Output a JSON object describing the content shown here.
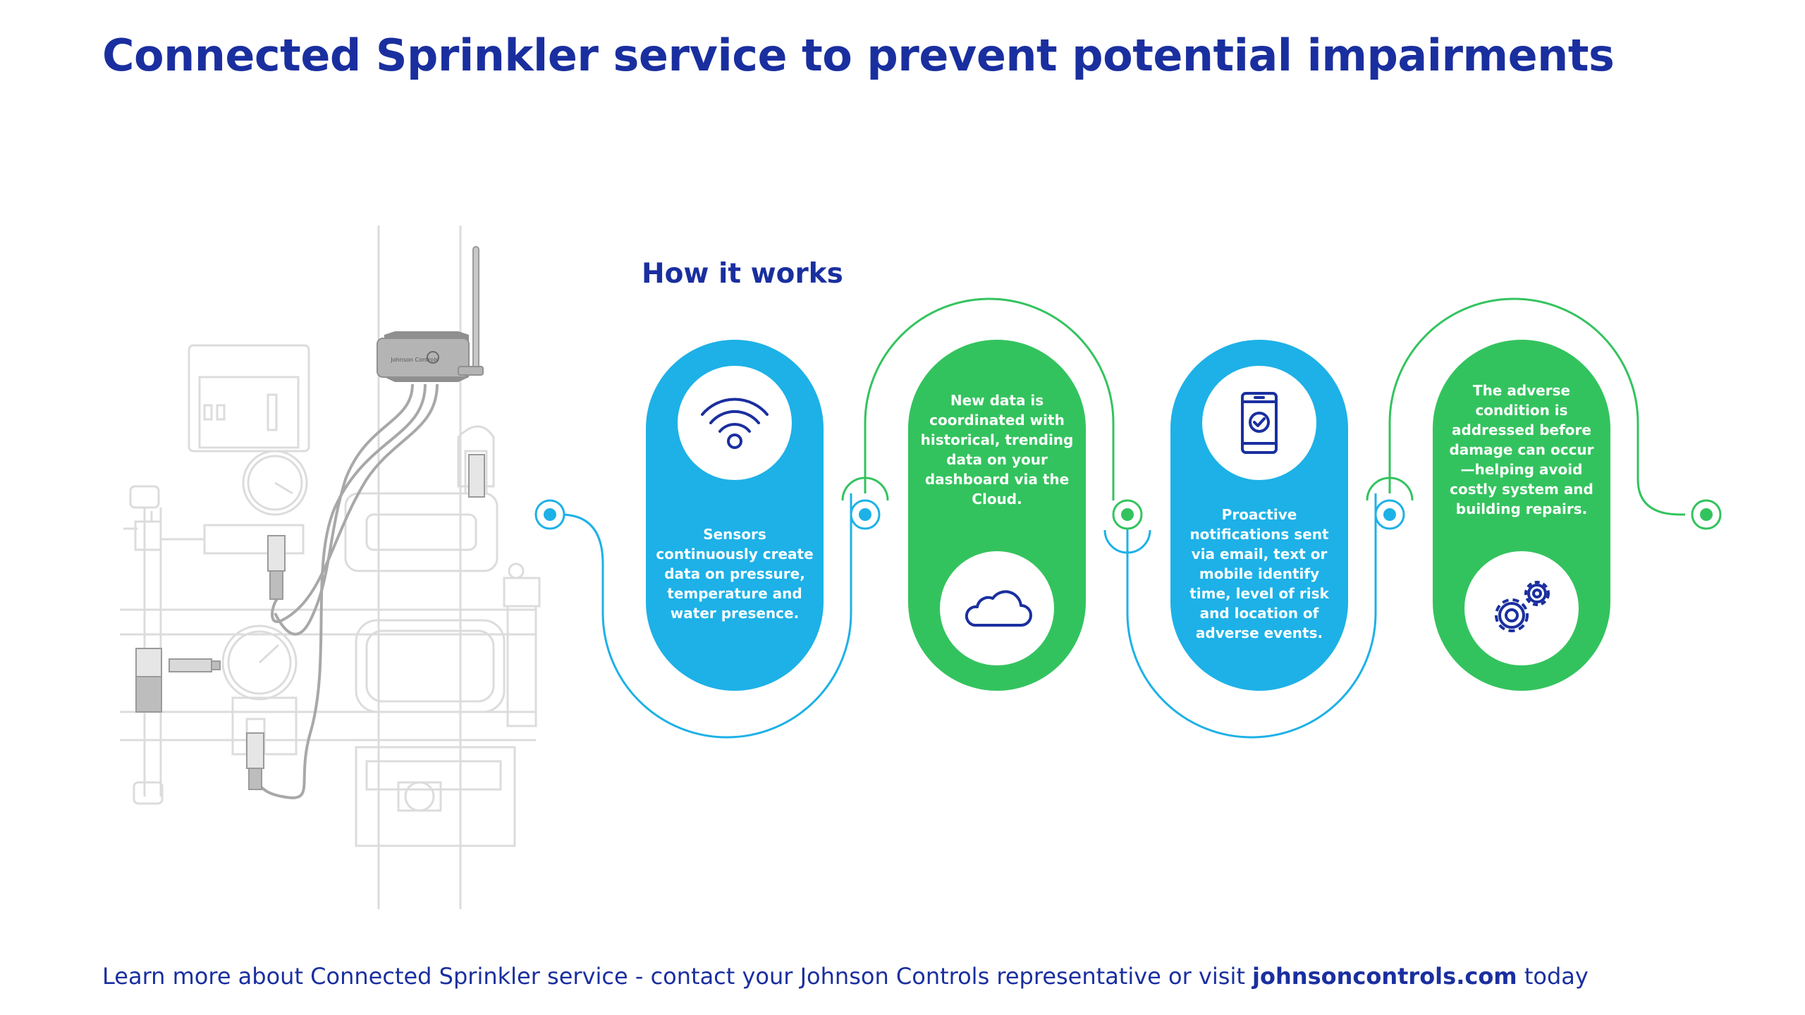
{
  "title": "Connected Sprinkler service to prevent potential impairments",
  "subtitle": "How it works",
  "device_label": "Johnson Controls",
  "steps": [
    {
      "color": "blue",
      "icon": "wifi-icon",
      "text": "Sensors continuously create data on pressure, temperature and water presence."
    },
    {
      "color": "green",
      "icon": "cloud-icon",
      "text": "New data is coordinated with historical, trending data on your dashboard via the Cloud."
    },
    {
      "color": "blue",
      "icon": "smartphone-check-icon",
      "text": "Proactive notifications sent via email, text or mobile identify time, level of risk and location of adverse events."
    },
    {
      "color": "green",
      "icon": "gears-icon",
      "text": "The adverse condition is addressed before damage can occur—helping avoid costly system and building repairs."
    }
  ],
  "footer": {
    "text_before": "Learn more about Connected Sprinkler service - contact your Johnson Controls representative or visit ",
    "link": "johnsoncontrols.com",
    "text_after": " today"
  },
  "colors": {
    "title": "#1a2f9f",
    "blue": "#1db1e7",
    "green": "#33c35e",
    "icon_stroke": "#1a2f9f"
  }
}
